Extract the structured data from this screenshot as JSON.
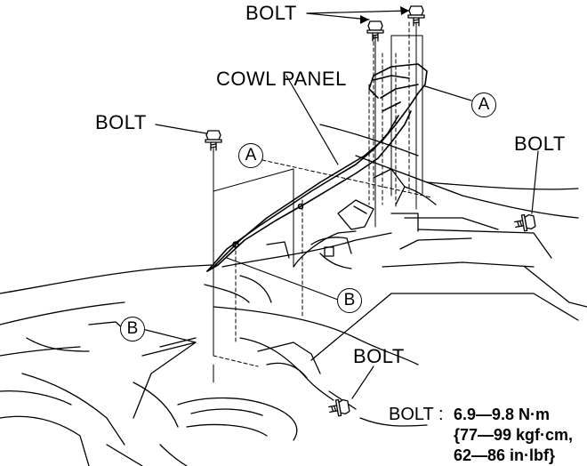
{
  "labels": {
    "bolt_top": "BOLT",
    "bolt_left": "BOLT",
    "bolt_right": "BOLT",
    "bolt_bottom": "BOLT",
    "cowl_panel": "COWL PANEL"
  },
  "callouts": {
    "a_right": "A",
    "a_left": "A",
    "b_center": "B",
    "b_left": "B"
  },
  "torque_spec": {
    "key": "BOLT :",
    "line1": "6.9—9.8 N·m",
    "line2": "{77—99 kgf·cm,",
    "line3": "62—86 in·lbf}"
  }
}
